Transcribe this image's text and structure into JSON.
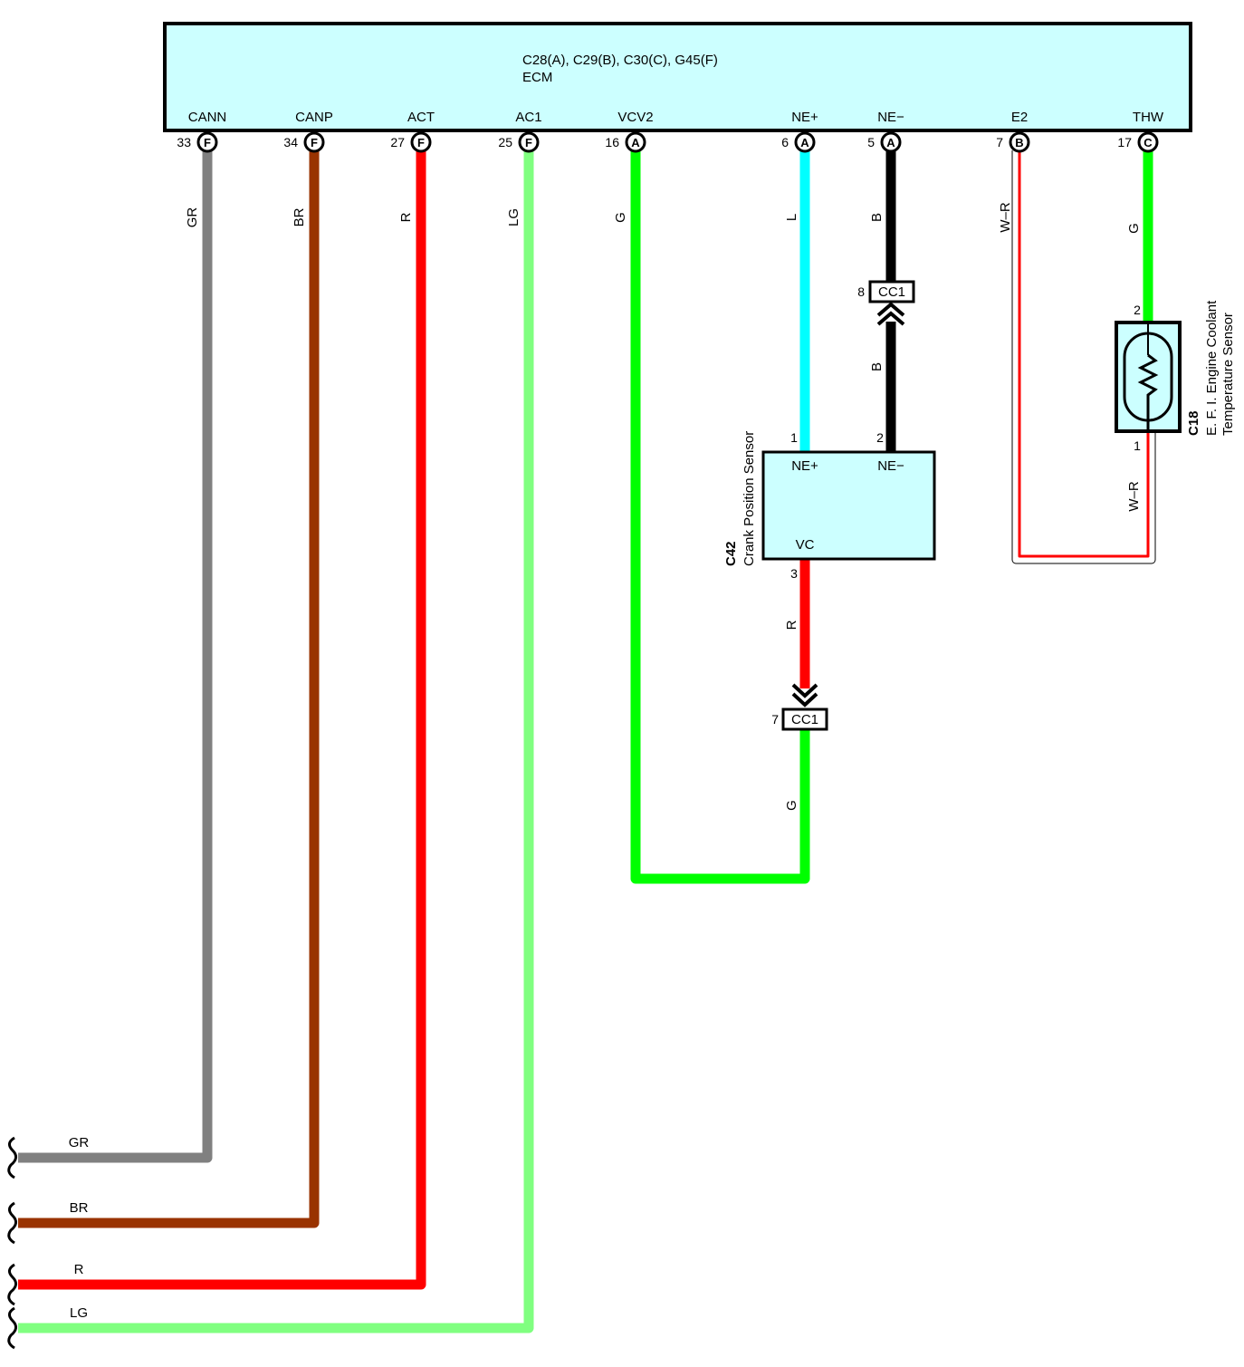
{
  "ecm": {
    "connectors": "C28(A), C29(B), C30(C), G45(F)",
    "name": "ECM",
    "terminals": [
      {
        "label": "CANN",
        "pin": "33",
        "conn": "F",
        "wire": "GR",
        "color": "#808080"
      },
      {
        "label": "CANP",
        "pin": "34",
        "conn": "F",
        "wire": "BR",
        "color": "#993300"
      },
      {
        "label": "ACT",
        "pin": "27",
        "conn": "F",
        "wire": "R",
        "color": "#ff0000"
      },
      {
        "label": "AC1",
        "pin": "25",
        "conn": "F",
        "wire": "LG",
        "color": "#80ff80"
      },
      {
        "label": "VCV2",
        "pin": "16",
        "conn": "A",
        "wire": "G",
        "color": "#00ff00"
      },
      {
        "label": "NE+",
        "pin": "6",
        "conn": "A",
        "wire": "L",
        "color": "#00ffff"
      },
      {
        "label": "NE−",
        "pin": "5",
        "conn": "A",
        "wire": "B",
        "color": "#000000"
      },
      {
        "label": "E2",
        "pin": "7",
        "conn": "B",
        "wire": "W–R",
        "color": "#ff0000"
      },
      {
        "label": "THW",
        "pin": "17",
        "conn": "C",
        "wire": "G",
        "color": "#00ff00"
      }
    ]
  },
  "crank_sensor": {
    "code": "C42",
    "name": "Crank Position Sensor",
    "terminals": {
      "ne_plus": "NE+",
      "ne_minus": "NE−",
      "vc": "VC"
    },
    "pins": {
      "ne_plus": "1",
      "ne_minus": "2",
      "vc": "3"
    },
    "vc_wire": "R",
    "ne_minus_wire_below": "B"
  },
  "junction_cc1_upper": {
    "name": "CC1",
    "pin": "8"
  },
  "junction_cc1_lower": {
    "name": "CC1",
    "pin": "7"
  },
  "vcv2_lower_wire": "G",
  "coolant_sensor": {
    "code": "C18",
    "name_line1": "E. F. I.  Engine Coolant",
    "name_line2": "Temperature Sensor",
    "pin_top": "2",
    "pin_bottom": "1",
    "lower_wire": "W–R"
  },
  "off_page": [
    {
      "wire": "GR",
      "color": "#808080"
    },
    {
      "wire": "BR",
      "color": "#993300"
    },
    {
      "wire": "R",
      "color": "#ff0000"
    },
    {
      "wire": "LG",
      "color": "#80ff80"
    }
  ],
  "colors": {
    "box_fill": "#ccffff",
    "green": "#00ff00",
    "red": "#ff0000",
    "black": "#000000"
  }
}
